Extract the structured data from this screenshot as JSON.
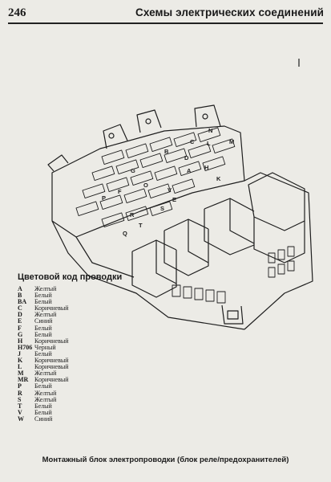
{
  "header": {
    "page_number": "246",
    "title": "Схемы электрических соединений"
  },
  "diagram": {
    "labels": [
      "G",
      "B",
      "C",
      "N",
      "L",
      "M",
      "O",
      "H",
      "P",
      "F",
      "K",
      "R",
      "S",
      "T",
      "Q",
      "V",
      "A",
      "E",
      "D"
    ]
  },
  "legend": {
    "title": "Цветовой код проводки",
    "items": [
      {
        "code": "A",
        "name": "Желтый"
      },
      {
        "code": "B",
        "name": "Белый"
      },
      {
        "code": "BA",
        "name": "Белый"
      },
      {
        "code": "C",
        "name": "Коричневый"
      },
      {
        "code": "D",
        "name": "Желтый"
      },
      {
        "code": "E",
        "name": "Синий"
      },
      {
        "code": "F",
        "name": "Белый"
      },
      {
        "code": "G",
        "name": "Белый"
      },
      {
        "code": "H",
        "name": "Коричневый"
      },
      {
        "code": "H706",
        "name": "Черный"
      },
      {
        "code": "J",
        "name": "Белый"
      },
      {
        "code": "K",
        "name": "Коричневый"
      },
      {
        "code": "L",
        "name": "Коричневый"
      },
      {
        "code": "M",
        "name": "Желтый"
      },
      {
        "code": "MR",
        "name": "Коричневый"
      },
      {
        "code": "P",
        "name": "Белый"
      },
      {
        "code": "R",
        "name": "Желтый"
      },
      {
        "code": "S",
        "name": "Желтый"
      },
      {
        "code": "T",
        "name": "Белый"
      },
      {
        "code": "V",
        "name": "Белый"
      },
      {
        "code": "W",
        "name": "Синий"
      }
    ]
  },
  "caption": "Монтажный блок электропроводки (блок реле/предохранителей)"
}
